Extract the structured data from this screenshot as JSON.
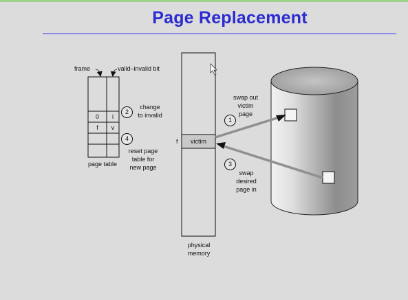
{
  "title": "Page Replacement",
  "page_table": {
    "frame_label": "frame",
    "valid_label": "valid–invalid bit",
    "caption": "page table",
    "rows": [
      {
        "frame": "",
        "bit": ""
      },
      {
        "frame": "",
        "bit": ""
      },
      {
        "frame": "",
        "bit": ""
      },
      {
        "frame": "0",
        "bit": "i"
      },
      {
        "frame": "f",
        "bit": "v"
      },
      {
        "frame": "",
        "bit": ""
      },
      {
        "frame": "",
        "bit": ""
      }
    ]
  },
  "steps": [
    {
      "num": "1",
      "text": [
        "swap out",
        "victim",
        "page"
      ]
    },
    {
      "num": "2",
      "text": [
        "change",
        "to invalid"
      ]
    },
    {
      "num": "3",
      "text": [
        "swap",
        "desired",
        "page in"
      ]
    },
    {
      "num": "4",
      "text": [
        "reset page",
        "table for",
        "new page"
      ]
    }
  ],
  "memory": {
    "frame_label": "f",
    "victim_label": "victim",
    "caption": [
      "physical",
      "memory"
    ]
  },
  "colors": {
    "title": "#2a2bd0",
    "rule": "#8d8ee8",
    "arrow": "#909090",
    "victim_fill": "#c9c9c9"
  }
}
